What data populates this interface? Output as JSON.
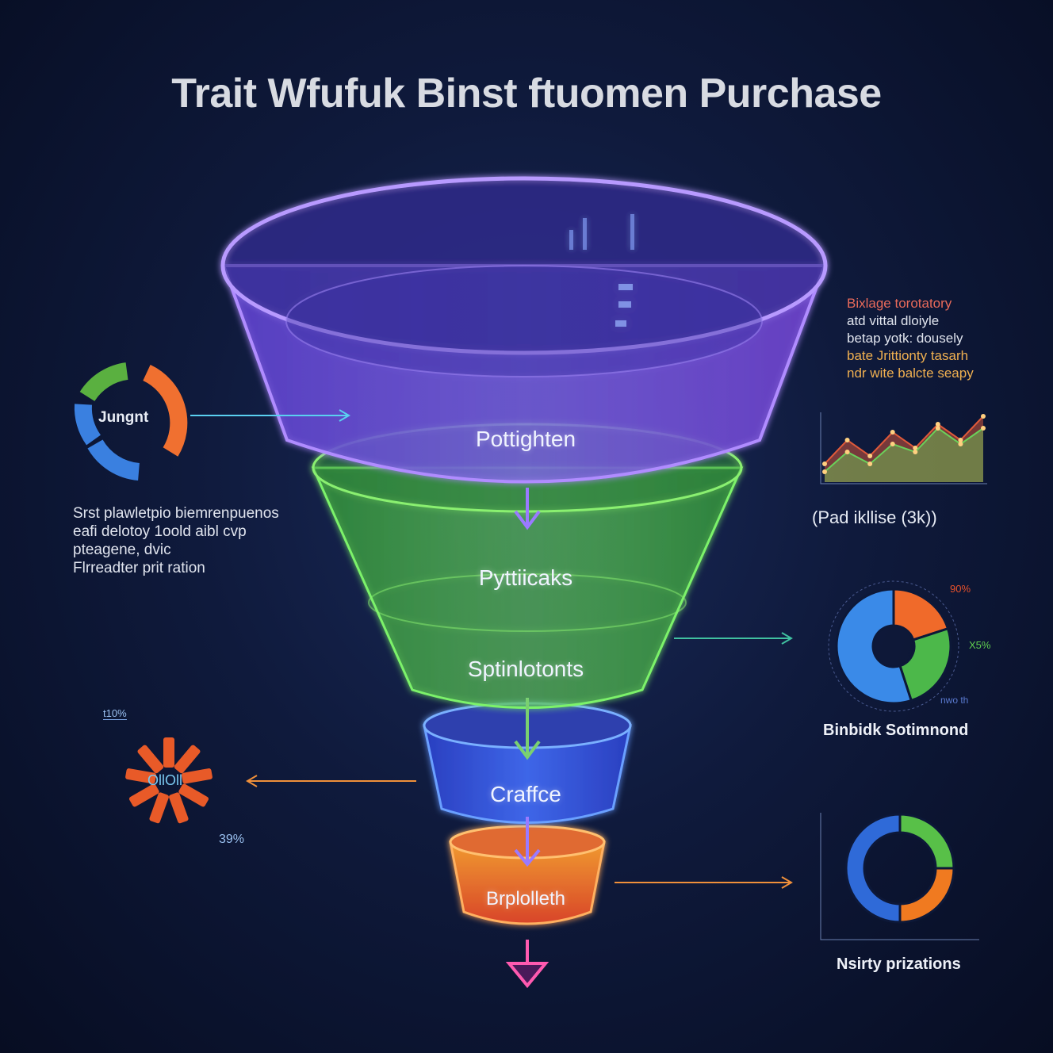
{
  "title": "Trait Wfufuk Binst ftuomen Purchase",
  "funnel": {
    "stages": [
      "Pottighten",
      "Pyttiicaks",
      "Sptinlotonts",
      "Craffce",
      "Brplolleth"
    ]
  },
  "left": {
    "cycle_label": "Jungnt",
    "paragraph": [
      "Srst plawletpio biemrenpuenos",
      "eafi delotoy 1oold aibl cvp",
      "pteagene, dvic",
      "Flrreadter prit ration"
    ],
    "gear_label": "OllOll",
    "gear_top_pct": "t10%",
    "gear_bottom_pct": "39%"
  },
  "right": {
    "paragraph": [
      "Bixlage torotatory",
      "atd vittal dloiyle",
      "betap yotk: dousely",
      "bate Jrittionty tasarh",
      "ndr wite balcte seapy"
    ],
    "line_caption": "(Pad ikllise (3k))",
    "pie_labels": [
      "90%",
      "X5%",
      "nwo th"
    ],
    "pie_caption": "Binbidk Sotimnond",
    "donut_caption": "Nsirty prizations"
  },
  "colors": {
    "purple": "#9a6cff",
    "green": "#6de05a",
    "blue": "#3a6cff",
    "orange": "#f0762a",
    "cyan": "#5ad0f0"
  },
  "chart_data": [
    {
      "type": "area",
      "series": [
        {
          "name": "red",
          "values": [
            2,
            5,
            3,
            6,
            4,
            7,
            5,
            8
          ]
        },
        {
          "name": "green",
          "values": [
            1,
            3.5,
            2,
            4.5,
            3.5,
            6.5,
            4.5,
            6.5
          ]
        }
      ]
    },
    {
      "type": "pie",
      "values": [
        55,
        20,
        25
      ]
    },
    {
      "type": "pie",
      "values": [
        50,
        25,
        25
      ]
    }
  ]
}
